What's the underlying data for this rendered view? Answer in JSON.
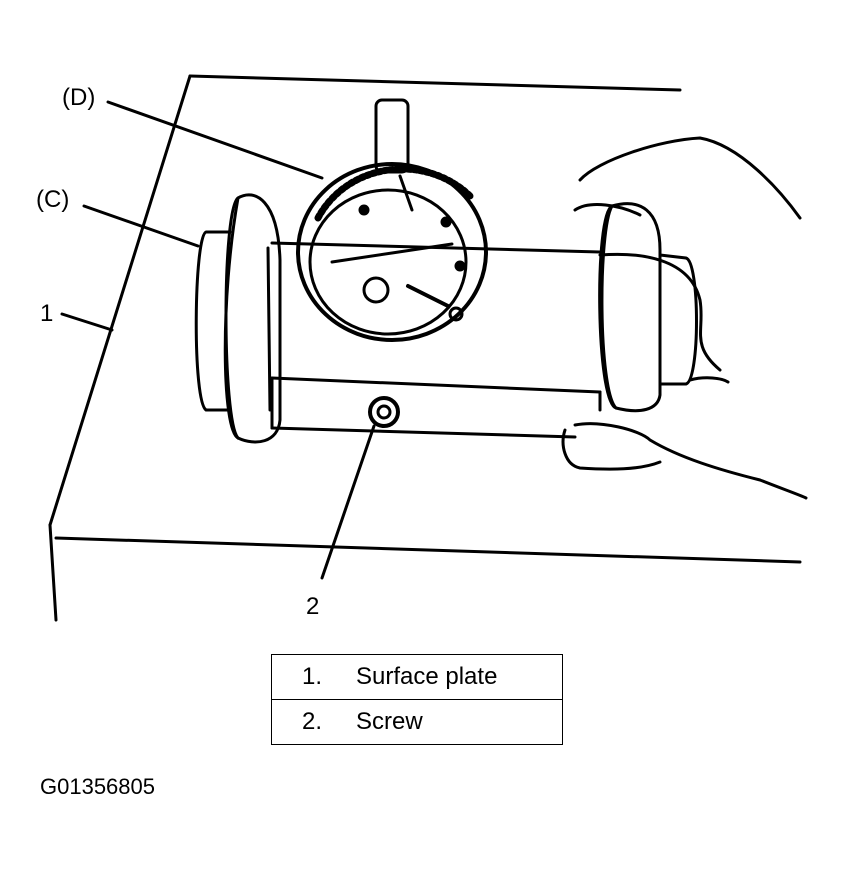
{
  "callouts": {
    "d": "(D)",
    "c": "(C)",
    "one": "1",
    "two": "2"
  },
  "legend": [
    {
      "number": "1.",
      "label": "Surface plate"
    },
    {
      "number": "2.",
      "label": "Screw"
    }
  ],
  "figure_id": "G01356805",
  "colors": {
    "ink": "#000000",
    "paper": "#ffffff"
  }
}
